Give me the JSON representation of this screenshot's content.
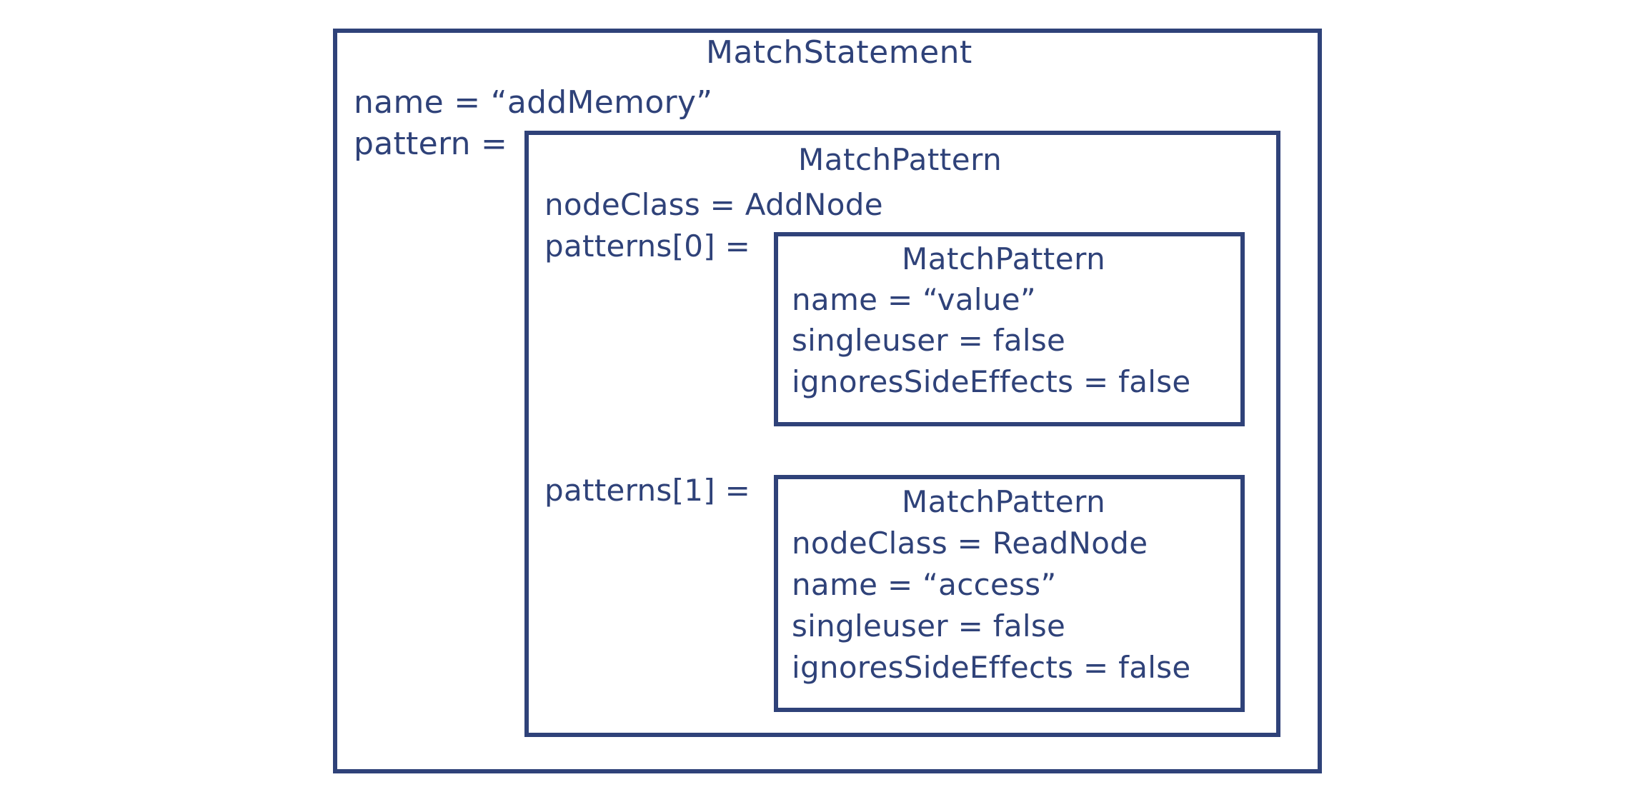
{
  "theme": {
    "background": "#ffffff",
    "stroke": "#2F4279",
    "text": "#2F4279"
  },
  "diagram": {
    "type": "nested-object-boxes",
    "root": {
      "title": "MatchStatement",
      "fields": [
        {
          "label": "name = “addMemory”"
        },
        {
          "label": "pattern ="
        }
      ]
    },
    "pattern": {
      "title": "MatchPattern",
      "fields": [
        {
          "label": "nodeClass = AddNode"
        },
        {
          "label": "patterns[0] ="
        },
        {
          "label": "patterns[1] ="
        }
      ]
    },
    "subpattern_0": {
      "title": "MatchPattern",
      "fields": [
        {
          "label": "name = “value”"
        },
        {
          "label": "singleuser = false"
        },
        {
          "label": "ignoresSideEffects = false"
        }
      ]
    },
    "subpattern_1": {
      "title": "MatchPattern",
      "fields": [
        {
          "label": "nodeClass = ReadNode"
        },
        {
          "label": "name = “access”"
        },
        {
          "label": "singleuser = false"
        },
        {
          "label": "ignoresSideEffects = false"
        }
      ]
    }
  }
}
